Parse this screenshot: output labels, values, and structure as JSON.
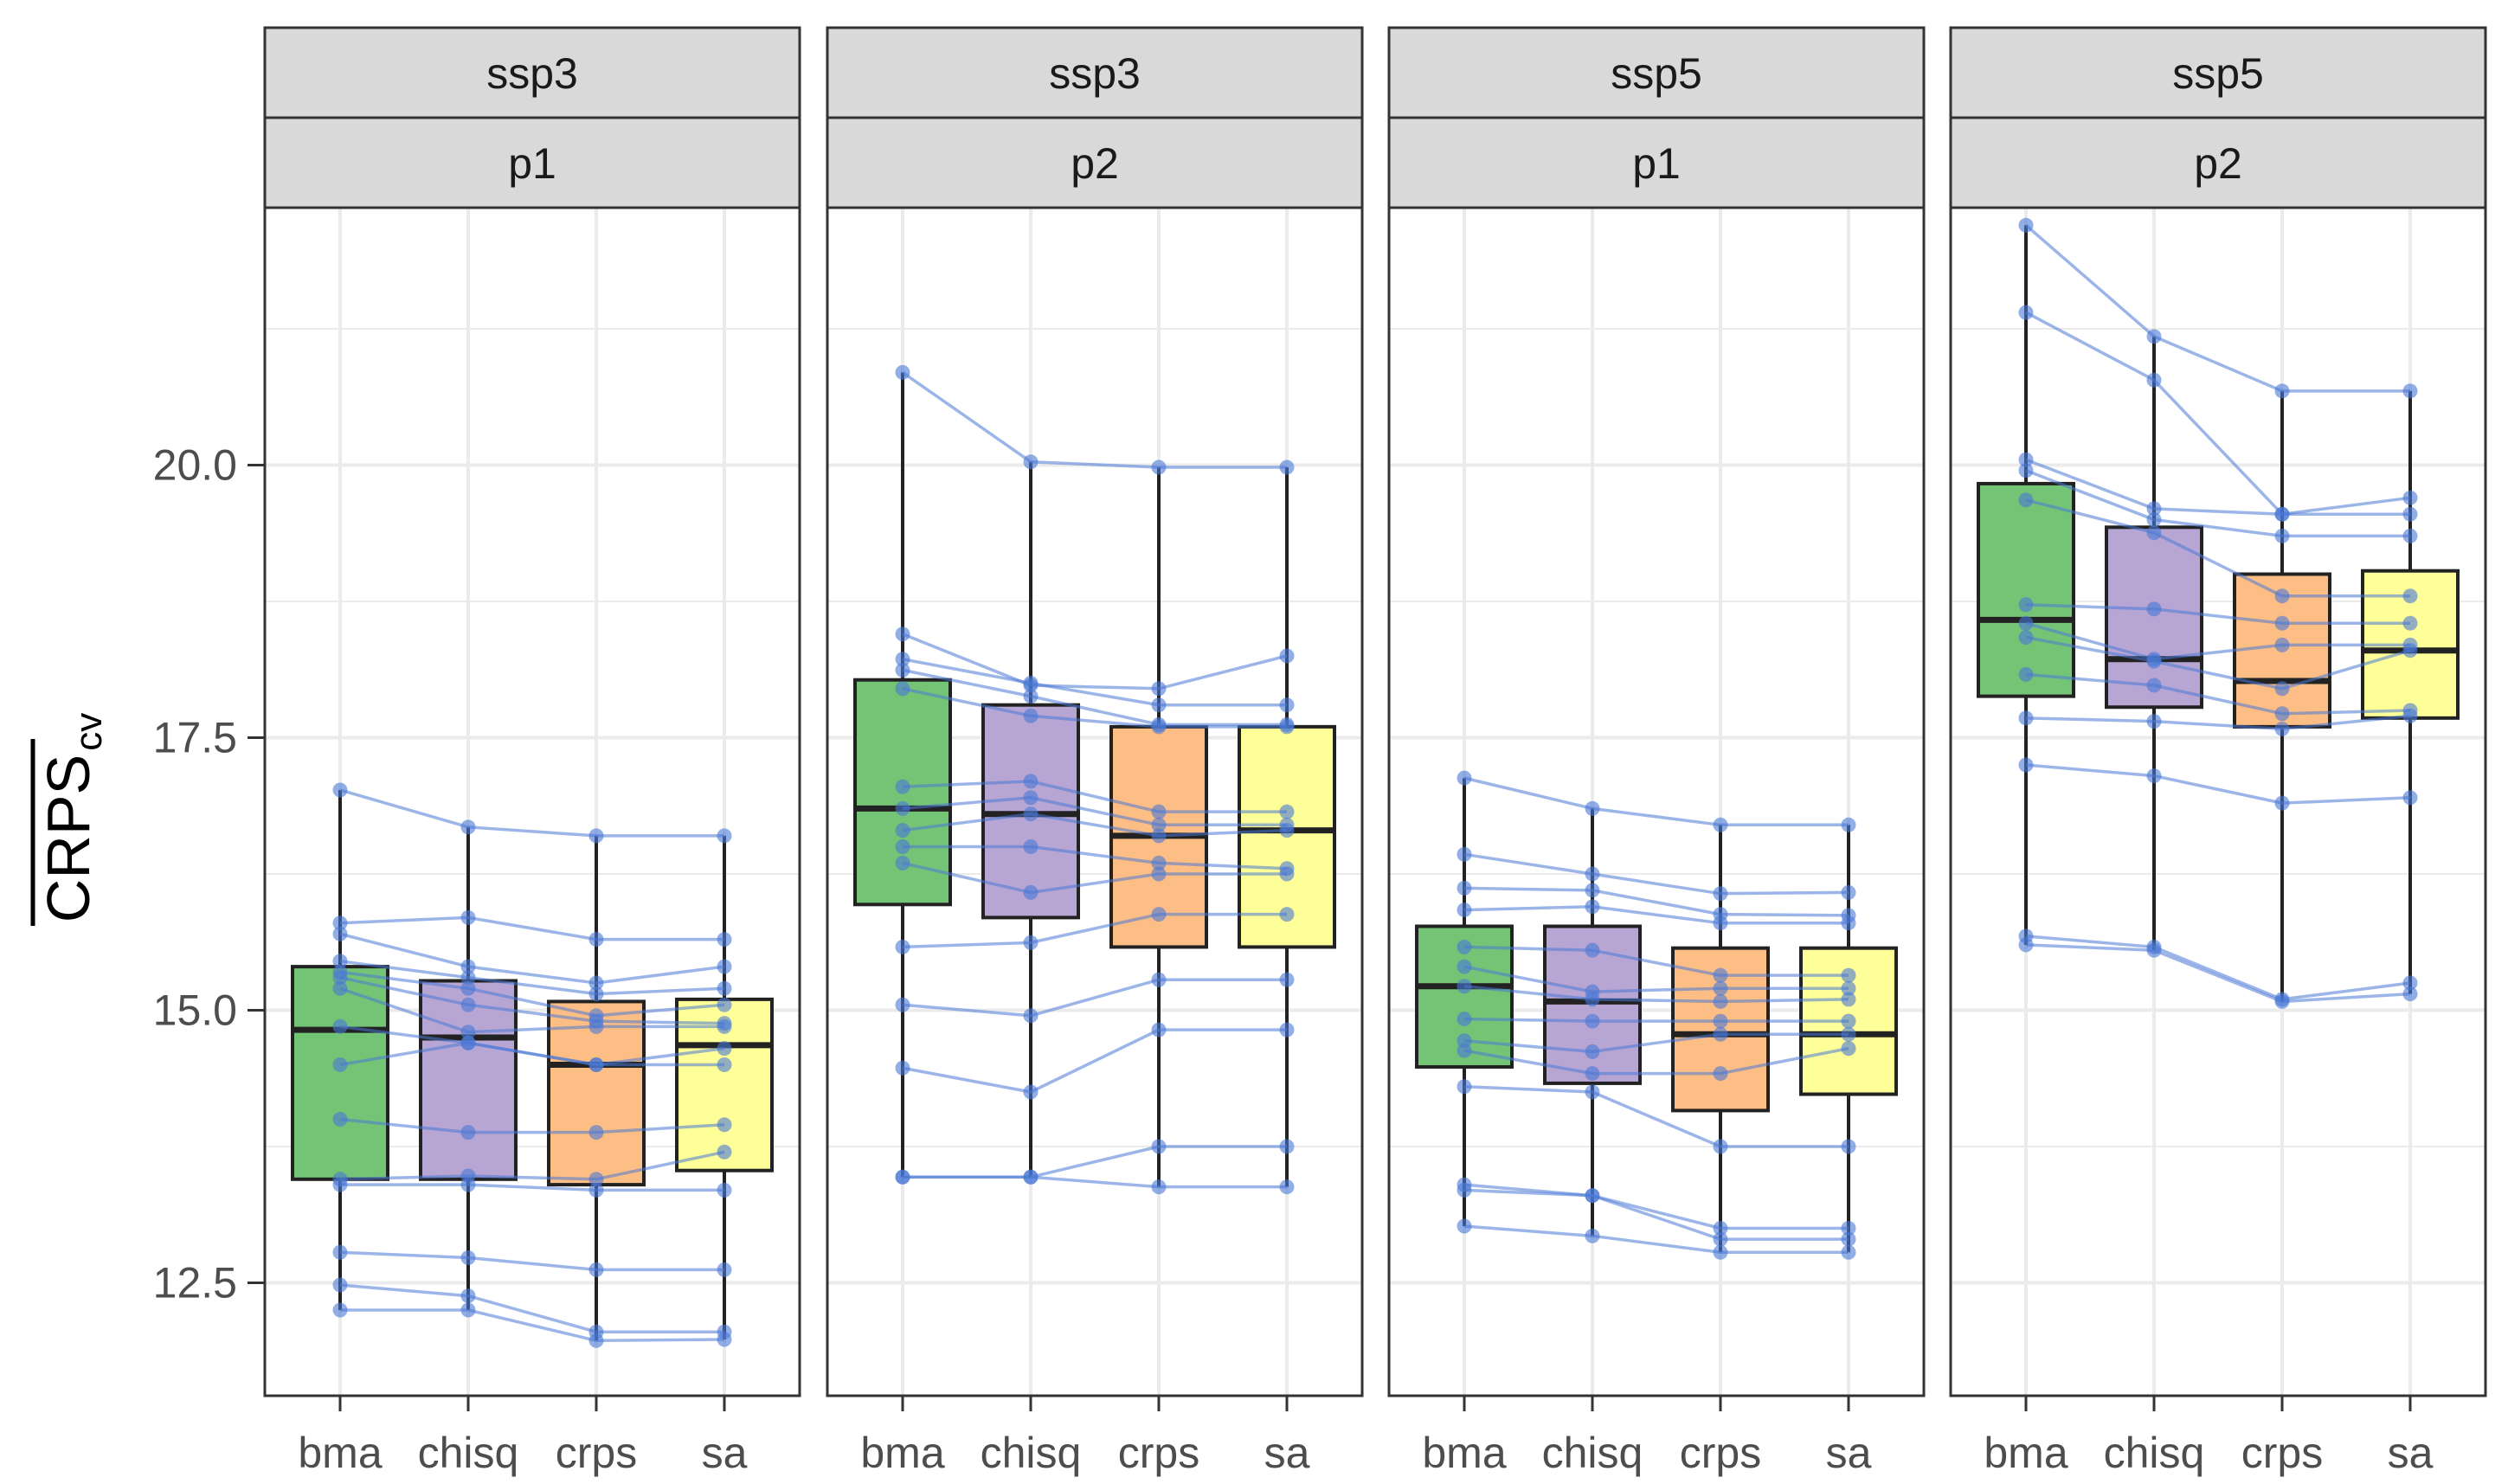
{
  "chart_data": {
    "type": "boxplot",
    "title": "",
    "ylabel": {
      "main": "CRPS",
      "subscript": "cv",
      "overline": true
    },
    "xlabel": "",
    "categories": [
      "bma",
      "chisq",
      "crps",
      "sa"
    ],
    "yticks": [
      "12.5",
      "15.0",
      "17.5",
      "20.0"
    ],
    "ylim": [
      11.5,
      23.0
    ],
    "grid": true,
    "legend": "none",
    "colors": {
      "bma": "#74C476",
      "chisq": "#B7A6D3",
      "crps": "#FDBE85",
      "sa": "#FFFF99",
      "points": "#4A78D6",
      "strip_fill": "#D9D9D9",
      "grid": "#EBEBEB"
    },
    "panels": [
      {
        "strip": [
          "ssp3",
          "p1"
        ],
        "boxes": [
          {
            "category": "bma",
            "min": 12.25,
            "q1": 13.45,
            "median": 14.82,
            "q3": 15.4,
            "max": 17.02
          },
          {
            "category": "chisq",
            "min": 12.25,
            "q1": 13.45,
            "median": 14.75,
            "q3": 15.27,
            "max": 16.68
          },
          {
            "category": "crps",
            "min": 11.97,
            "q1": 13.4,
            "median": 14.5,
            "q3": 15.08,
            "max": 16.6
          },
          {
            "category": "sa",
            "min": 11.98,
            "q1": 13.53,
            "median": 14.68,
            "q3": 15.1,
            "max": 16.6
          }
        ],
        "lines": [
          [
            17.02,
            16.68,
            16.6,
            16.6
          ],
          [
            15.8,
            15.85,
            15.65,
            15.65
          ],
          [
            15.7,
            15.4,
            15.25,
            15.4
          ],
          [
            15.45,
            15.3,
            15.15,
            15.2
          ],
          [
            15.35,
            15.2,
            14.95,
            15.05
          ],
          [
            15.3,
            15.05,
            14.9,
            14.88
          ],
          [
            15.2,
            14.8,
            14.85,
            14.85
          ],
          [
            14.85,
            14.7,
            14.5,
            14.65
          ],
          [
            14.5,
            14.7,
            14.5,
            14.5
          ],
          [
            14.0,
            13.88,
            13.88,
            13.95
          ],
          [
            13.45,
            13.48,
            13.45,
            13.7
          ],
          [
            13.4,
            13.4,
            13.35,
            13.35
          ],
          [
            12.78,
            12.73,
            12.62,
            12.62
          ],
          [
            12.48,
            12.38,
            12.05,
            12.05
          ],
          [
            12.25,
            12.25,
            11.97,
            11.98
          ]
        ]
      },
      {
        "strip": [
          "ssp3",
          "p2"
        ],
        "boxes": [
          {
            "category": "bma",
            "min": 13.47,
            "q1": 15.97,
            "median": 16.85,
            "q3": 18.03,
            "max": 20.85
          },
          {
            "category": "chisq",
            "min": 13.47,
            "q1": 15.85,
            "median": 16.8,
            "q3": 17.8,
            "max": 20.03
          },
          {
            "category": "crps",
            "min": 13.38,
            "q1": 15.58,
            "median": 16.6,
            "q3": 17.6,
            "max": 19.98
          },
          {
            "category": "sa",
            "min": 13.38,
            "q1": 15.58,
            "median": 16.65,
            "q3": 17.6,
            "max": 19.98
          }
        ],
        "lines": [
          [
            20.85,
            20.03,
            19.98,
            19.98
          ],
          [
            18.45,
            17.98,
            17.95,
            18.25
          ],
          [
            18.22,
            18.0,
            17.8,
            17.8
          ],
          [
            18.12,
            17.88,
            17.62,
            17.62
          ],
          [
            17.95,
            17.7,
            17.6,
            17.6
          ],
          [
            17.05,
            17.1,
            16.82,
            16.82
          ],
          [
            16.85,
            16.95,
            16.7,
            16.7
          ],
          [
            16.65,
            16.8,
            16.6,
            16.65
          ],
          [
            16.5,
            16.5,
            16.35,
            16.3
          ],
          [
            16.35,
            16.08,
            16.25,
            16.25
          ],
          [
            15.58,
            15.62,
            15.88,
            15.88
          ],
          [
            15.05,
            14.95,
            15.28,
            15.28
          ],
          [
            14.47,
            14.25,
            14.82,
            14.82
          ],
          [
            13.47,
            13.47,
            13.75,
            13.75
          ],
          [
            13.47,
            13.47,
            13.38,
            13.38
          ]
        ]
      },
      {
        "strip": [
          "ssp5",
          "p1"
        ],
        "boxes": [
          {
            "category": "bma",
            "min": 13.02,
            "q1": 14.48,
            "median": 15.22,
            "q3": 15.77,
            "max": 17.13
          },
          {
            "category": "chisq",
            "min": 12.93,
            "q1": 14.33,
            "median": 15.08,
            "q3": 15.77,
            "max": 16.85
          },
          {
            "category": "crps",
            "min": 12.78,
            "q1": 14.08,
            "median": 14.78,
            "q3": 15.57,
            "max": 16.7
          },
          {
            "category": "sa",
            "min": 12.78,
            "q1": 14.23,
            "median": 14.78,
            "q3": 15.57,
            "max": 16.7
          }
        ],
        "lines": [
          [
            17.13,
            16.85,
            16.7,
            16.7
          ],
          [
            16.43,
            16.25,
            16.07,
            16.08
          ],
          [
            16.12,
            16.1,
            15.88,
            15.87
          ],
          [
            15.92,
            15.95,
            15.8,
            15.8
          ],
          [
            15.58,
            15.55,
            15.32,
            15.32
          ],
          [
            15.4,
            15.17,
            15.2,
            15.2
          ],
          [
            15.22,
            15.1,
            15.08,
            15.1
          ],
          [
            14.92,
            14.9,
            14.9,
            14.9
          ],
          [
            14.72,
            14.62,
            14.78,
            14.78
          ],
          [
            14.63,
            14.42,
            14.42,
            14.65
          ],
          [
            14.3,
            14.25,
            13.75,
            13.75
          ],
          [
            13.4,
            13.3,
            13.0,
            13.0
          ],
          [
            13.35,
            13.3,
            12.9,
            12.9
          ],
          [
            13.02,
            12.93,
            12.78,
            12.78
          ]
        ]
      },
      {
        "strip": [
          "ssp5",
          "p2"
        ],
        "boxes": [
          {
            "category": "bma",
            "min": 15.6,
            "q1": 17.88,
            "median": 18.58,
            "q3": 19.83,
            "max": 22.2
          },
          {
            "category": "chisq",
            "min": 15.55,
            "q1": 17.78,
            "median": 18.22,
            "q3": 19.43,
            "max": 21.18
          },
          {
            "category": "crps",
            "min": 15.08,
            "q1": 17.6,
            "median": 18.02,
            "q3": 19.0,
            "max": 20.68
          },
          {
            "category": "sa",
            "min": 15.15,
            "q1": 17.68,
            "median": 18.3,
            "q3": 19.03,
            "max": 20.68
          }
        ],
        "lines": [
          [
            22.2,
            21.18,
            20.68,
            20.68
          ],
          [
            21.4,
            20.78,
            19.55,
            19.7
          ],
          [
            20.05,
            19.6,
            19.55,
            19.55
          ],
          [
            19.95,
            19.5,
            19.35,
            19.35
          ],
          [
            19.68,
            19.38,
            18.8,
            18.8
          ],
          [
            18.72,
            18.68,
            18.55,
            18.55
          ],
          [
            18.55,
            18.22,
            18.35,
            18.35
          ],
          [
            18.42,
            18.2,
            17.95,
            18.3
          ],
          [
            18.08,
            17.98,
            17.72,
            17.75
          ],
          [
            17.68,
            17.65,
            17.58,
            17.7
          ],
          [
            17.25,
            17.15,
            16.9,
            16.95
          ],
          [
            15.68,
            15.58,
            15.1,
            15.25
          ],
          [
            15.6,
            15.55,
            15.08,
            15.15
          ]
        ]
      }
    ]
  }
}
